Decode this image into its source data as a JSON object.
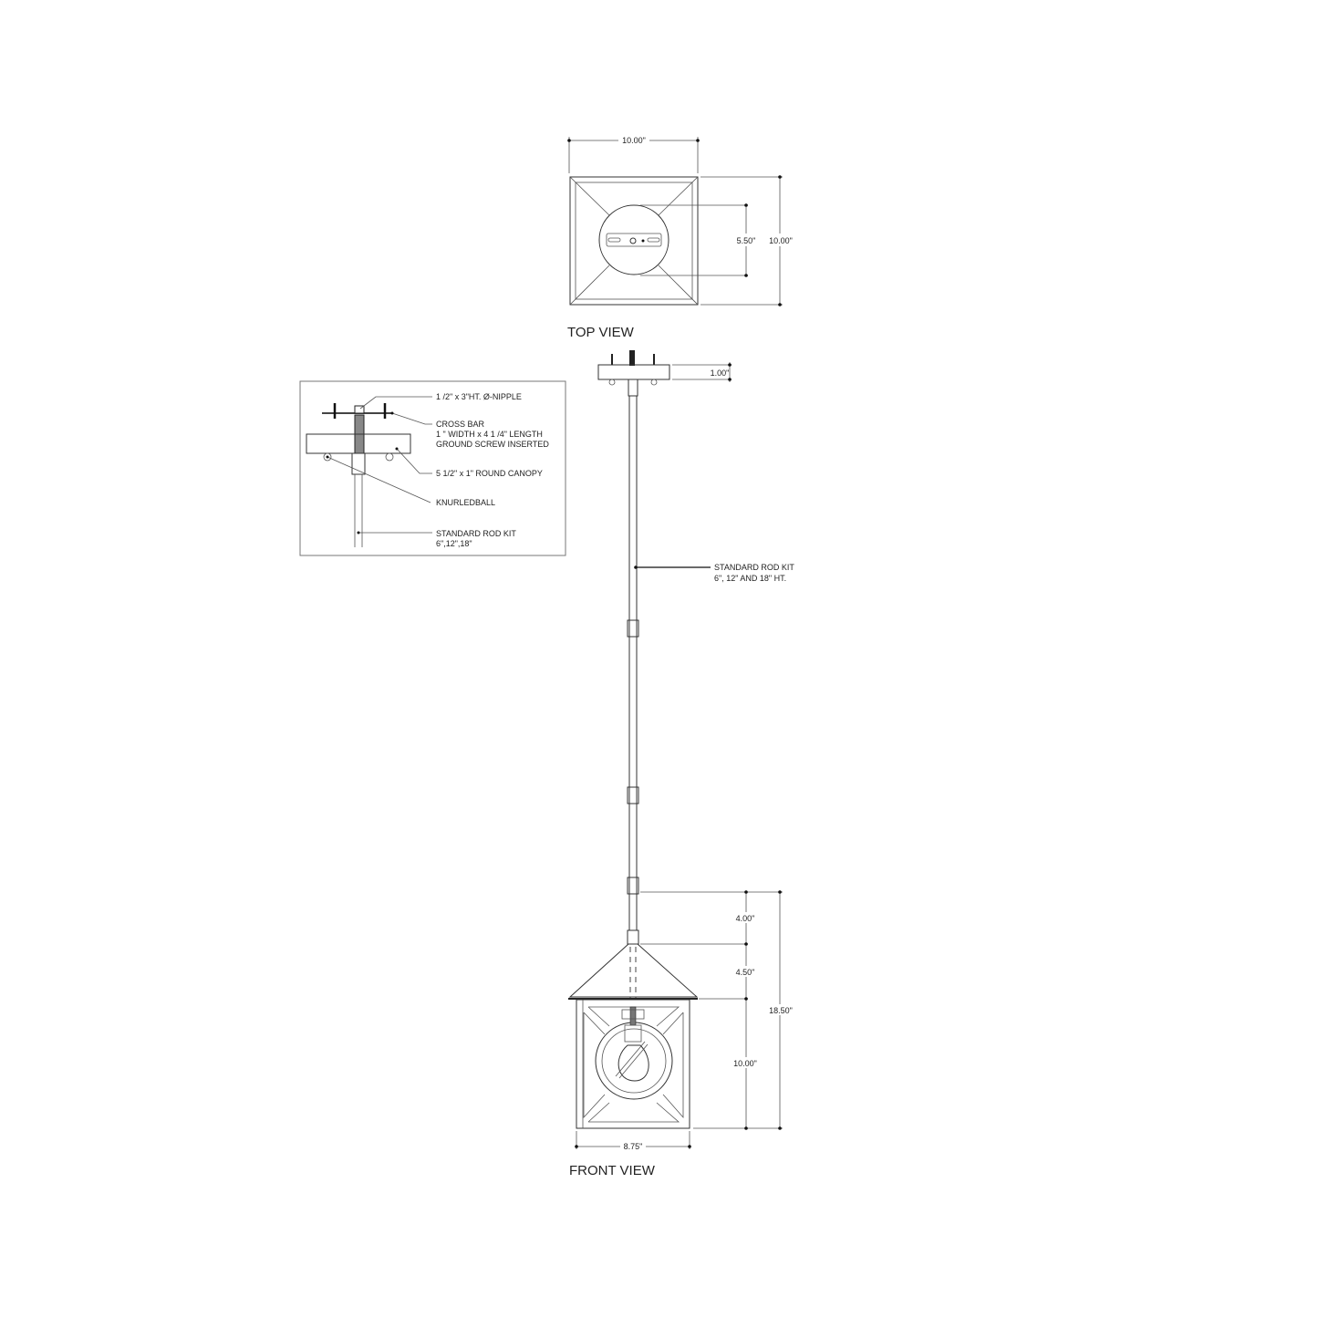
{
  "top_view": {
    "title": "TOP VIEW",
    "width_dim": "10.00\"",
    "depth_dim": "10.00\"",
    "canopy_dim": "5.50\""
  },
  "canopy": {
    "height_dim": "1.00\""
  },
  "rod_callout": {
    "line1": "STANDARD ROD KIT",
    "line2": "6\", 12\" AND 18\" HT."
  },
  "detail": {
    "nipple": "1 /2\" x 3\"HT. Ø-NIPPLE",
    "crossbar_1": "CROSS BAR",
    "crossbar_2": "1 \" WIDTH x 4 1 /4\" LENGTH",
    "crossbar_3": "GROUND SCREW INSERTED",
    "canopy": "5 1/2\" x 1\" ROUND CANOPY",
    "ball": "KNURLEDBALL",
    "rod_1": "STANDARD ROD KIT",
    "rod_2": "6\",12\",18\""
  },
  "front_view": {
    "title": "FRONT VIEW",
    "neck_dim": "4.00\"",
    "roof_dim": "4.50\"",
    "body_dim": "10.00\"",
    "total_dim": "18.50\"",
    "width_dim": "8.75\""
  }
}
